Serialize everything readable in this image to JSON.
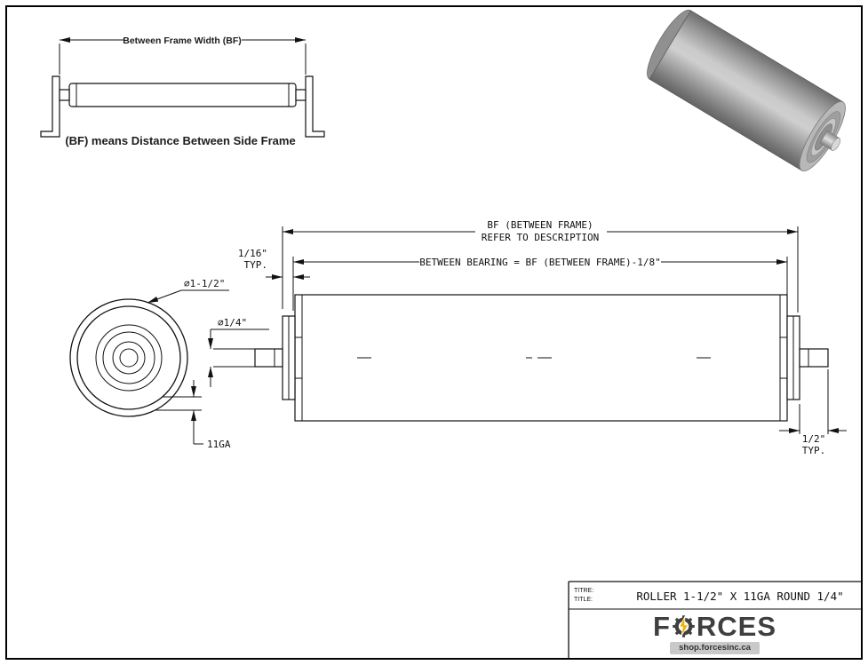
{
  "colors": {
    "line": "#111111",
    "bolt": "#f2b200",
    "logo_text": "#3f3f3f",
    "roller_gray": "#9a9a9a"
  },
  "frame_diagram": {
    "width_label": "Between Frame Width (BF)",
    "note": "(BF) means Distance Between Side Frame"
  },
  "dims": {
    "bf_line1": "BF (BETWEEN FRAME)",
    "bf_line2": "REFER TO DESCRIPTION",
    "between_bearing": "BETWEEN BEARING = BF (BETWEEN FRAME)-1/8\"",
    "gap_value": "1/16\"",
    "gap_typ": "TYP.",
    "outer_diameter": "∅1-1/2\"",
    "shaft_diameter": "∅1/4\"",
    "gauge": "11GA",
    "shaft_ext_value": "1/2\"",
    "shaft_ext_typ": "TYP."
  },
  "title_block": {
    "label_fr": "TITRE:",
    "label_en": "TITLE:",
    "title": "ROLLER 1-1/2\" X 11GA ROUND 1/4\"",
    "logo_f": "F",
    "logo_rces": "RCES",
    "website": "shop.forcesinc.ca"
  }
}
